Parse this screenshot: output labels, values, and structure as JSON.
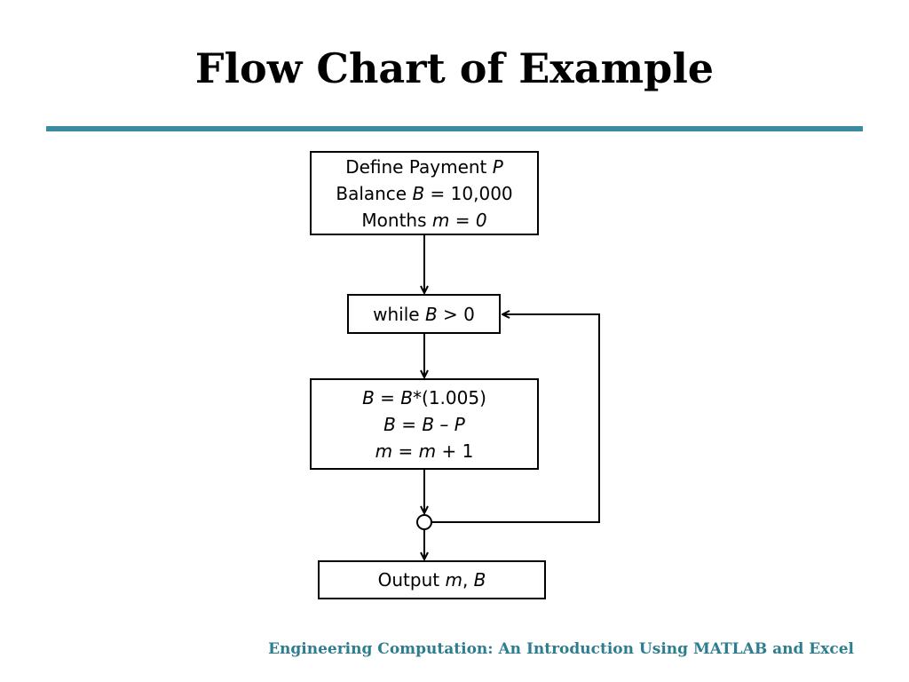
{
  "title": "Flow Chart of Example",
  "colors": {
    "accent": "#3a8ba0",
    "footer": "#2e7d8f",
    "ink": "#000000"
  },
  "define_box": {
    "line1_text": "Define Payment ",
    "line1_var": "P",
    "line2_text": "Balance ",
    "line2_var": "B",
    "line2_value": " = 10,000",
    "line3_text": "Months ",
    "line3_var": "m = 0"
  },
  "while_box": {
    "text": "while ",
    "var": "B",
    "cond": " > 0"
  },
  "update_box": {
    "line1_var": "B",
    "line1_eq": " = ",
    "line1_var2": "B",
    "line1_rest": "*(1.005)",
    "line2": "B = B – P",
    "line3_var": "m",
    "line3_eq": " = ",
    "line3_var2": "m",
    "line3_rest": " + 1"
  },
  "output_box": {
    "text": "Output ",
    "var1": "m",
    "sep": ", ",
    "var2": "B"
  },
  "footer": "Engineering Computation: An Introduction Using MATLAB and Excel"
}
